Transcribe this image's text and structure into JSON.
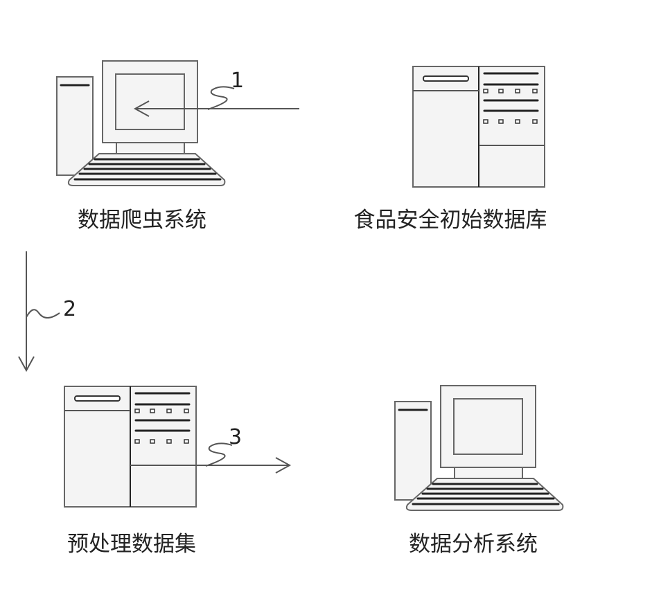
{
  "nodes": {
    "crawler": {
      "label": "数据爬虫系统"
    },
    "initial_db": {
      "label": "食品安全初始数据库"
    },
    "preprocessed": {
      "label": "预处理数据集"
    },
    "analysis": {
      "label": "数据分析系统"
    }
  },
  "edges": [
    {
      "from": "initial_db",
      "to": "crawler",
      "label": "1"
    },
    {
      "from": "crawler",
      "to": "preprocessed",
      "label": "2"
    },
    {
      "from": "preprocessed",
      "to": "analysis",
      "label": "3"
    }
  ]
}
